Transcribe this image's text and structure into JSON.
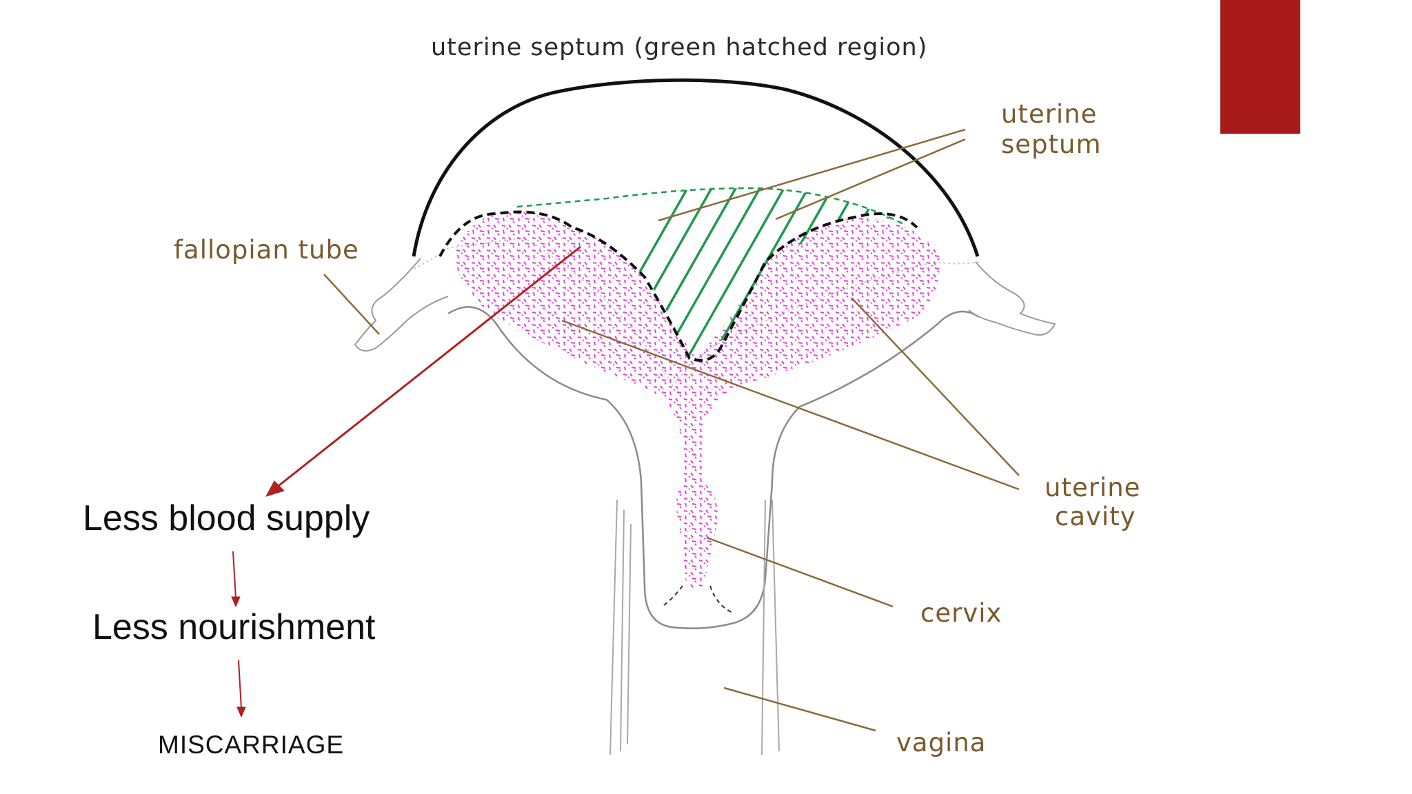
{
  "title": "uterine septum (green hatched region)",
  "labels": {
    "septum_line1": "uterine",
    "septum_line2": "septum",
    "fallopian_tube": "fallopian tube",
    "cavity_line1": "uterine",
    "cavity_line2": "cavity",
    "cervix": "cervix",
    "vagina": "vagina"
  },
  "flow": {
    "step1": "Less blood supply",
    "step2": "Less nourishment",
    "step3": "MISCARRIAGE"
  },
  "colors": {
    "accent": "#a81a1a",
    "septum_hatch": "#1e9a4c",
    "cavity_stipple": "#e83cd8",
    "label_text": "#7a5a2c",
    "arrow": "#b11f1f"
  }
}
